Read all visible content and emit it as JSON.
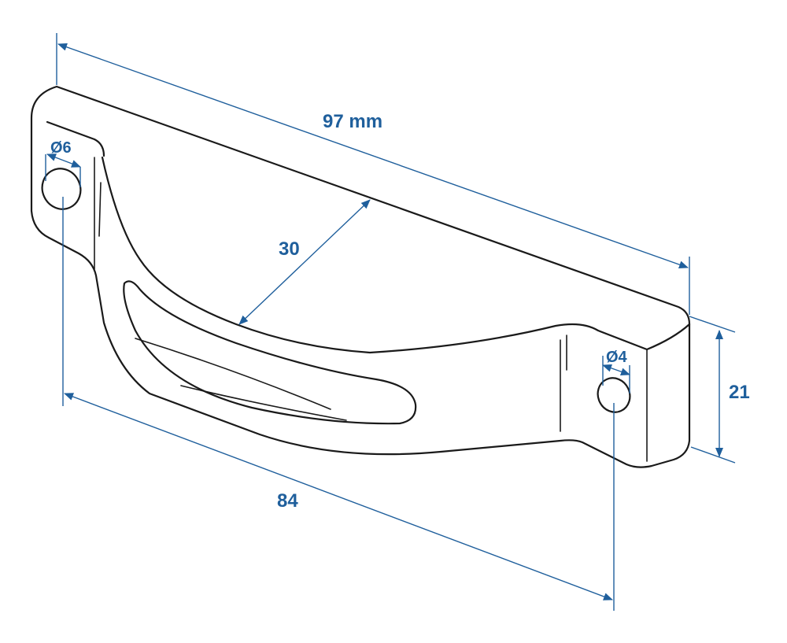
{
  "diagram": {
    "colors": {
      "dimension": "#1f5f9c",
      "outline": "#1a1a1a",
      "background": "#ffffff"
    },
    "labels": {
      "length": "97 mm",
      "width": "30",
      "height": "21",
      "hole_spacing": "84",
      "hole_large": "Ø6",
      "hole_small": "Ø4"
    }
  }
}
